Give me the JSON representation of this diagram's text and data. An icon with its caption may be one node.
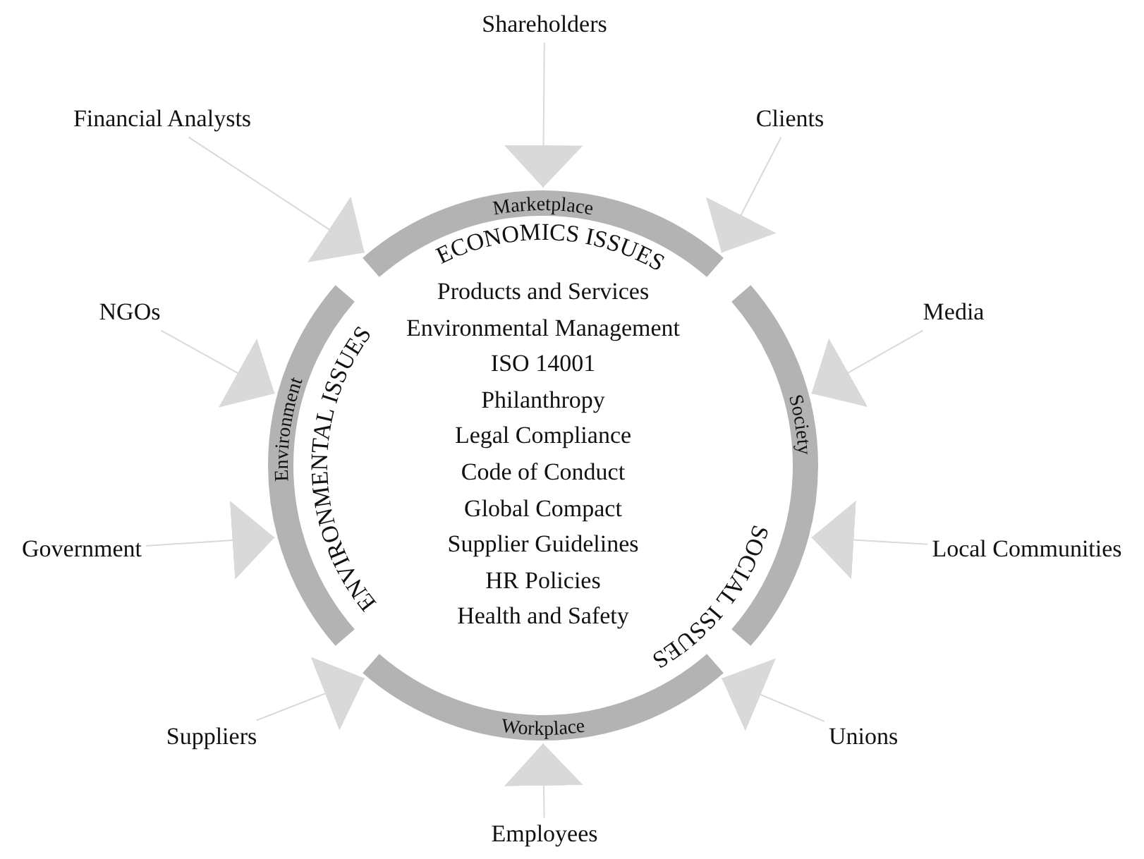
{
  "diagram": {
    "nodes": [
      {
        "text": [
          "Shareholders"
        ]
      },
      {
        "text": [
          "Financial Analysts"
        ]
      },
      {
        "text": [
          "Clients"
        ]
      },
      {
        "text": [
          "Marketplace",
          "ECONOMICS ISSUES"
        ]
      },
      {
        "text": [
          "NGOs"
        ]
      },
      {
        "text": [
          "Media"
        ]
      },
      {
        "text": [
          "Environment",
          "ENVIRONMENTAL ISSUES"
        ]
      },
      {
        "text": [
          "Society",
          "SOCIAL ISSUES"
        ]
      },
      {
        "text": [
          "Government"
        ]
      },
      {
        "text": [
          "Local Communities"
        ]
      },
      {
        "text": [
          "Suppliers"
        ]
      },
      {
        "text": [
          "Unions"
        ]
      },
      {
        "text": [
          "Workplace"
        ]
      },
      {
        "text": [
          "Employees"
        ]
      }
    ],
    "edges": [
      {
        "from": 0,
        "to": 3,
        "arrow": "to"
      },
      {
        "from": 1,
        "to": 3,
        "arrow": "to"
      },
      {
        "from": 2,
        "to": 3,
        "arrow": "to"
      },
      {
        "from": 4,
        "to": 6,
        "arrow": "to"
      },
      {
        "from": 5,
        "to": 7,
        "arrow": "to"
      },
      {
        "from": 8,
        "to": 6,
        "arrow": "to"
      },
      {
        "from": 9,
        "to": 7,
        "arrow": "to"
      },
      {
        "from": 10,
        "to": 12,
        "arrow": "to"
      },
      {
        "from": 11,
        "to": 12,
        "arrow": "to"
      },
      {
        "from": 13,
        "to": 12,
        "arrow": "to"
      }
    ],
    "labels": [
      "Products and Services",
      "Environmental Management",
      "ISO 14001",
      "Philanthropy",
      "Legal Compliance",
      "Code of Conduct",
      "Global Compact",
      "Supplier Guidelines",
      "HR Policies",
      "Health and Safety"
    ]
  }
}
